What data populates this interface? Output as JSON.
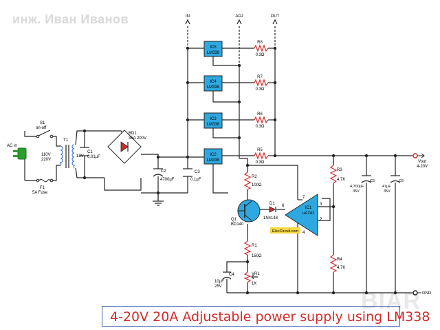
{
  "watermark": "инж. Иван Иванов",
  "caption": "4-20V 20A Adjustable power supply using LM338",
  "brand_watermark": "BIAR",
  "site_label": "ElecCircuit.com",
  "colors": {
    "wire": "#222222",
    "ic_fill": "#2ea8e0",
    "resistor": "#d42a2a",
    "caption_text": "#d12a2a",
    "caption_border": "#3a5dae",
    "opamp_fill": "#2ea8e0",
    "transistor_fill": "#2ea8e0",
    "label_bg": "#f5d742",
    "green_plug": "#2c9e2c"
  },
  "terminals": {
    "in": "IN",
    "adj": "ADJ",
    "out": "OUT",
    "ac_in": "AC in",
    "vout": "Vout",
    "vout_range": "4-20V",
    "gnd": "GND"
  },
  "regulators": [
    {
      "ref": "IC5",
      "part": "LM338"
    },
    {
      "ref": "IC4",
      "part": "LM338"
    },
    {
      "ref": "IC3",
      "part": "LM338"
    },
    {
      "ref": "IC2",
      "part": "LM338"
    }
  ],
  "ballast_resistors": [
    {
      "ref": "R8",
      "value": "0.3Ω"
    },
    {
      "ref": "R7",
      "value": "0.3Ω"
    },
    {
      "ref": "R6",
      "value": "0.3Ω"
    },
    {
      "ref": "R5",
      "value": "0.3Ω"
    }
  ],
  "input_section": {
    "switch_ref": "S1",
    "switch_label": "on-off",
    "fuse_ref": "F1",
    "fuse_label": "5A Fuse",
    "primary_v1": "110V",
    "primary_v2": "220V",
    "transformer_ref": "T1",
    "secondary_v": "18V",
    "c1_ref": "C1",
    "c1_value": "0.01µF",
    "bridge_ref": "BD1",
    "bridge_value": "35A 200V",
    "c2_ref": "C2",
    "c2_value": "4700µF",
    "c3_ref": "C3",
    "c3_value": "0.1µF"
  },
  "control": {
    "r2_ref": "R2",
    "r2_value": "100Ω",
    "q1_ref": "Q1",
    "q1_part": "BD140",
    "d1_ref": "D1",
    "d1_part": "1N4148",
    "opamp_ref": "IC1",
    "opamp_part": "uA741",
    "pin7": "7",
    "pin6": "6",
    "pin3": "3",
    "pin2": "2",
    "pin4": "4",
    "r1_ref": "R1",
    "r1_value": "150Ω",
    "vr1_ref": "VR1",
    "vr1_value": "1K",
    "c4_ref": "C4",
    "c4_value1": "10µF",
    "c4_value2": "25V",
    "r3_ref": "R3",
    "r3_value": "4.7K",
    "r4_ref": "R4",
    "r4_value": "4.7K",
    "c5_ref": "C5",
    "c5_value1": "4,700µF",
    "c5_value2": "35V",
    "c6_ref": "C6",
    "c6_value1": "47µF",
    "c6_value2": "35V"
  }
}
